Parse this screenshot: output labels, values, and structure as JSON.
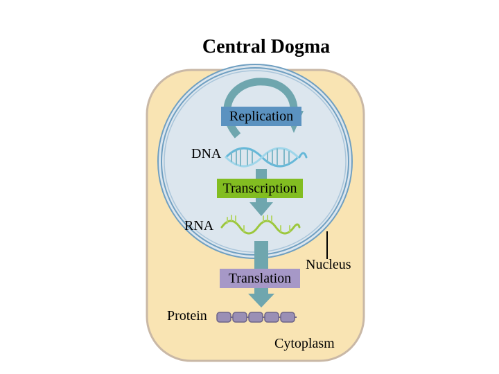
{
  "title": "Central Dogma",
  "labels": {
    "replication": "Replication",
    "dna": "DNA",
    "transcription": "Transcription",
    "rna": "RNA",
    "translation": "Translation",
    "nucleus": "Nucleus",
    "protein": "Protein",
    "cytoplasm": "Cytoplasm"
  },
  "colors": {
    "cytoplasm_fill": "#f9e4b3",
    "cytoplasm_border": "#c9b8a6",
    "nucleus_fill": "#dce6ee",
    "nucleus_border": "#6f9fc1",
    "replication_box": "#5b92c0",
    "transcription_box": "#82bd21",
    "translation_box": "#a698c7",
    "arrow": "#6fa6ae",
    "dna_strand": "#66b8d8",
    "rna_strand": "#9cc73c",
    "protein_bead": "#9a8fb5"
  }
}
